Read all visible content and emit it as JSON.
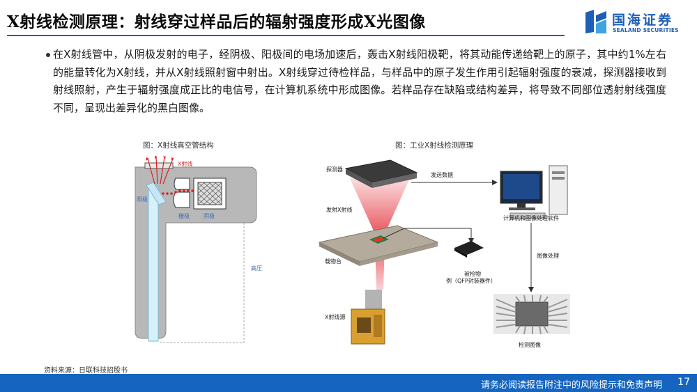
{
  "title": "X射线检测原理：射线穿过样品后的辐射强度形成X光图像",
  "logo": {
    "cn": "国海证券",
    "en": "SEALAND SECURITIES"
  },
  "body": {
    "paragraph": "在X射线管中，从阴极发射的电子，经阴极、阳极间的电场加速后，轰击X射线阳极靶，将其动能传递给靶上的原子，其中约1%左右的能量转化为X射线，并从X射线照射窗中射出。X射线穿过待检样品，与样品中的原子发生作用引起辐射强度的衰减，探测器接收到射线照射，产生于辐射强度成正比的电信号，在计算机系统中形成图像。若样品存在缺陷或结构差异，将导致不同部位透射射线强度不同，呈现出差异化的黑白图像。"
  },
  "figure_left": {
    "caption": "图：X射线真空管结构",
    "labels": {
      "xray": "X射线",
      "anode": "阳极",
      "grid": "栅极",
      "cathode": "阴极",
      "hv": "高压"
    }
  },
  "figure_right": {
    "caption": "图：工业X射线检测原理",
    "labels": {
      "detector": "探测器",
      "transfer": "发送数据",
      "computer": "计算机和图像处理软件",
      "xray_beam": "发射X射线",
      "sample": "被检物",
      "sample_eg": "例（QFP封装器件）",
      "stage": "载物台",
      "processing": "图像处理",
      "tube": "X射线源",
      "result": "检测图像"
    }
  },
  "source": "资料来源：日联科技招股书",
  "footer": {
    "disclaimer": "请务必阅读报告附注中的风险提示和免责声明",
    "page": "17"
  },
  "colors": {
    "brand_blue": "#1565c0",
    "beam_red": "#e0202a"
  }
}
